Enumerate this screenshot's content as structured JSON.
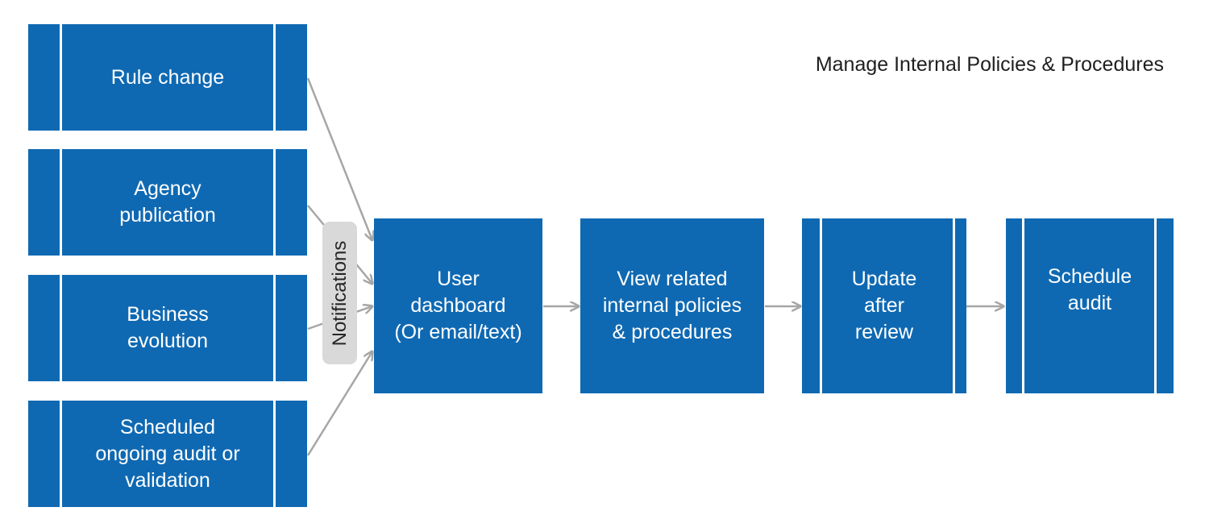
{
  "title": "Manage Internal Policies & Procedures",
  "notifications_label": "Notifications",
  "triggers": [
    {
      "label": "Rule change"
    },
    {
      "label": "Agency\npublication"
    },
    {
      "label": "Business\nevolution"
    },
    {
      "label": "Scheduled\nongoing audit or\nvalidation"
    }
  ],
  "steps": [
    {
      "label": "User\ndashboard\n(Or email/text)"
    },
    {
      "label": "View related\ninternal policies\n& procedures"
    },
    {
      "label": "Update\nafter\nreview"
    },
    {
      "label": "Schedule\naudit"
    }
  ],
  "colors": {
    "box_fill": "#0f69b2",
    "arrow": "#a6a6a6",
    "pill": "#d9d9d9"
  }
}
